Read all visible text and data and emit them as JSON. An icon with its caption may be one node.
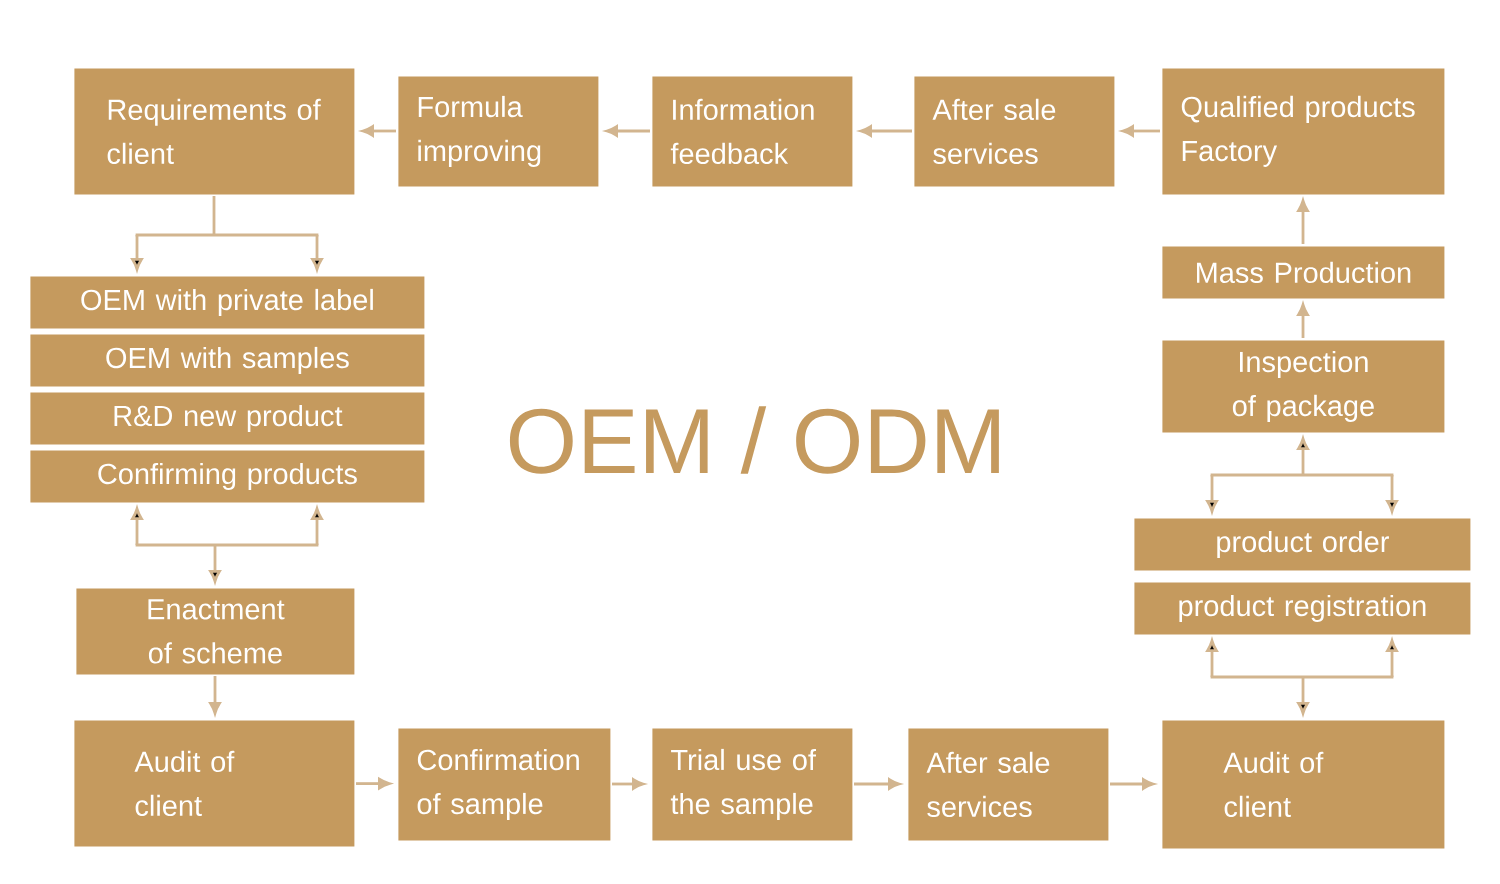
{
  "diagram": {
    "title": "OEM / ODM",
    "nodes": [
      {
        "text": [
          "Requirements of client"
        ]
      },
      {
        "text": [
          "Formula improving"
        ]
      },
      {
        "text": [
          "Information feedback"
        ]
      },
      {
        "text": [
          "After sale services"
        ]
      },
      {
        "text": [
          "Qualified products Factory"
        ]
      },
      {
        "text": [
          "OEM with private label"
        ]
      },
      {
        "text": [
          "OEM with samples"
        ]
      },
      {
        "text": [
          "R&D new product"
        ]
      },
      {
        "text": [
          "Confirming products"
        ]
      },
      {
        "text": [
          "Enactment of scheme"
        ]
      },
      {
        "text": [
          "Audit of client"
        ]
      },
      {
        "text": [
          "Confirmation of sample"
        ]
      },
      {
        "text": [
          "Trial use of the sample"
        ]
      },
      {
        "text": [
          "After sale services"
        ]
      },
      {
        "text": [
          "Audit of client"
        ]
      },
      {
        "text": [
          "product registration"
        ]
      },
      {
        "text": [
          "product order"
        ]
      },
      {
        "text": [
          "Inspection of package"
        ]
      },
      {
        "text": [
          "Mass Production"
        ]
      }
    ],
    "edges": [
      {
        "from": 4,
        "to": 3,
        "arrow": "to"
      },
      {
        "from": 3,
        "to": 2,
        "arrow": "to"
      },
      {
        "from": 2,
        "to": 1,
        "arrow": "to"
      },
      {
        "from": 1,
        "to": 0,
        "arrow": "to"
      },
      {
        "from": 0,
        "to": 5,
        "arrow": "to"
      },
      {
        "from": 8,
        "to": 9,
        "arrow": "both"
      },
      {
        "from": 9,
        "to": 10,
        "arrow": "to"
      },
      {
        "from": 10,
        "to": 11,
        "arrow": "to"
      },
      {
        "from": 11,
        "to": 12,
        "arrow": "to"
      },
      {
        "from": 12,
        "to": 13,
        "arrow": "to"
      },
      {
        "from": 13,
        "to": 14,
        "arrow": "to"
      },
      {
        "from": 15,
        "to": 14,
        "arrow": "both"
      },
      {
        "from": 16,
        "to": 17,
        "arrow": "both"
      },
      {
        "from": 17,
        "to": 18,
        "arrow": "to"
      },
      {
        "from": 18,
        "to": 4,
        "arrow": "to"
      }
    ]
  }
}
